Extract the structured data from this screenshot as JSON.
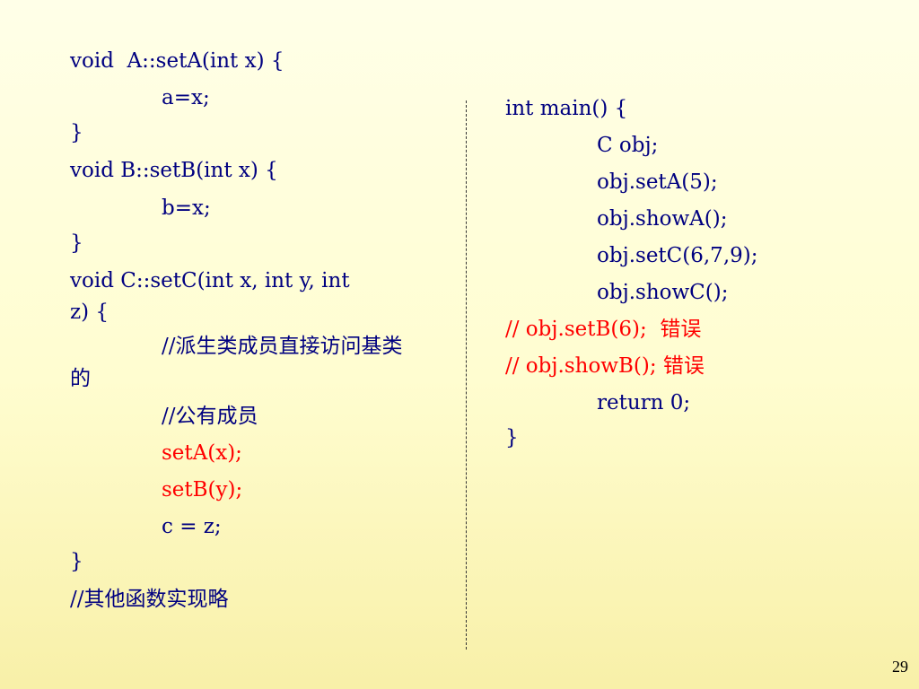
{
  "left_code": {
    "l1": "void  A::setA(int x) {",
    "l2": "a=x;",
    "l3": "}",
    "l4": "void B::setB(int x) {",
    "l5": "b=x;",
    "l6": "}",
    "l7": "void C::setC(int x, int y, int",
    "l8": "z) {",
    "l9": "//派生类成员直接访问基类",
    "l10": "的",
    "l11": "//公有成员",
    "l12": "setA(x);",
    "l13": "setB(y);",
    "l14": "c = z;",
    "l15": "}",
    "l16": "//其他函数实现略"
  },
  "right_code": {
    "r1": "int main() {",
    "r2": "C obj;",
    "r3": "obj.setA(5);",
    "r4": "obj.showA();",
    "r5": "obj.setC(6,7,9);",
    "r6": "obj.showC();",
    "r7": "// obj.setB(6);  错误",
    "r8": "// obj.showB(); 错误",
    "r9": "return 0;",
    "r10": "}"
  },
  "page_number": "29",
  "colors": {
    "code": "#000080",
    "error": "#ff0000",
    "background_top": "#ffffe8",
    "background_bottom": "#f8f0a8"
  }
}
